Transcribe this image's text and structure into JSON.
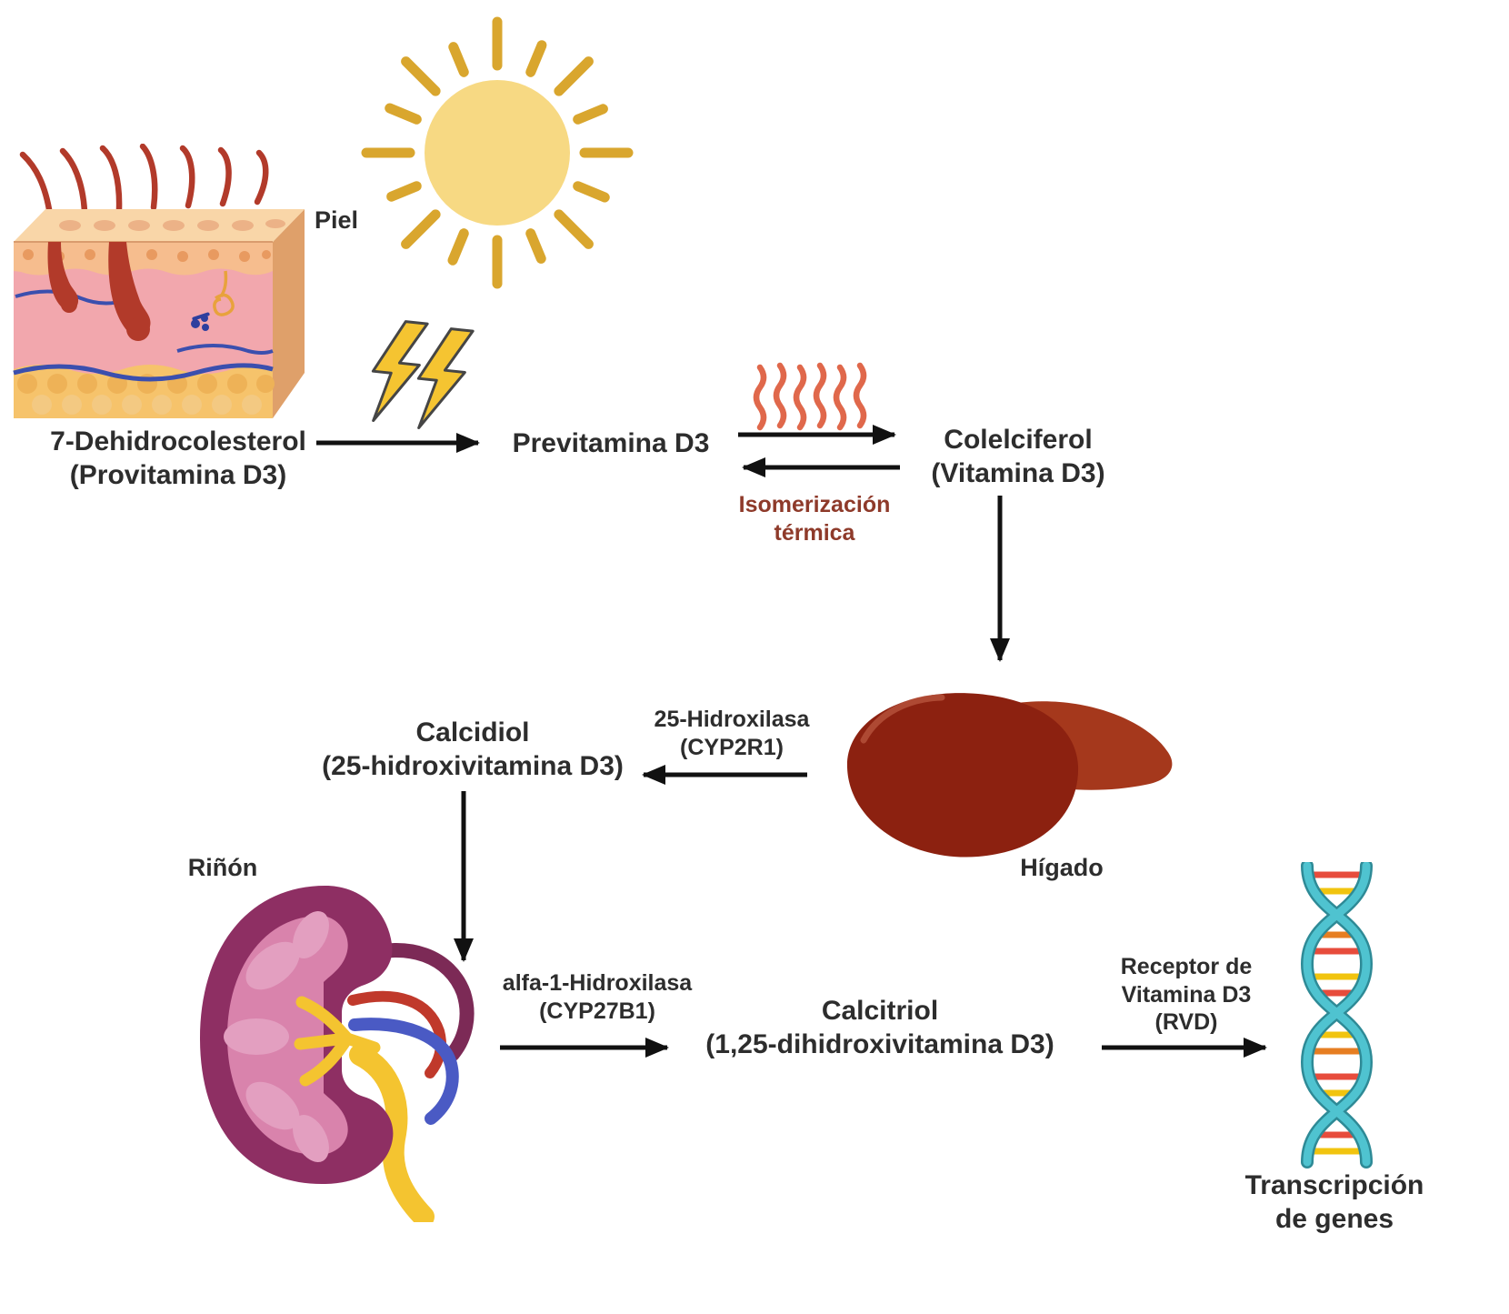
{
  "labels": {
    "skin": "Piel",
    "liver": "Hígado",
    "kidney": "Riñón"
  },
  "nodes": {
    "provitamin": {
      "line1": "7-Dehidrocolesterol",
      "line2": "(Provitamina D3)"
    },
    "previtamin": {
      "line1": "Previtamina D3"
    },
    "cholecalciferol": {
      "line1": "Colelciferol",
      "line2": "(Vitamina D3)"
    },
    "calcidiol": {
      "line1": "Calcidiol",
      "line2": "(25-hidroxivitamina D3)"
    },
    "calcitriol": {
      "line1": "Calcitriol",
      "line2": "(1,25-dihidroxivitamina D3)"
    },
    "transcription": {
      "line1": "Transcripción",
      "line2": "de genes"
    }
  },
  "edges": {
    "isomerization": {
      "line1": "Isomerización",
      "line2": "térmica"
    },
    "hydroxylase25": {
      "line1": "25-Hidroxilasa",
      "line2": "(CYP2R1)"
    },
    "hydroxylase1alpha": {
      "line1": "alfa-1-Hidroxilasa",
      "line2": "(CYP27B1)"
    },
    "receptor": {
      "line1": "Receptor de",
      "line2": "Vitamina D3",
      "line3": "(RVD)"
    }
  },
  "icons": {
    "skin": "skin-cross-section-icon",
    "sun": "sun-icon",
    "uv": "lightning-bolt-icon",
    "heat": "heat-waves-icon",
    "liver": "liver-icon",
    "kidney": "kidney-icon",
    "dna": "dna-helix-icon"
  },
  "colors": {
    "text": "#2d2d2d",
    "isomerization_text": "#8e3a2a",
    "arrow": "#111111",
    "sun_fill": "#f7d983",
    "sun_rays": "#d9a62e",
    "lightning": "#f5c431",
    "heat_waves": "#e0684b",
    "liver_dark": "#8c2110",
    "liver_light": "#a5381c",
    "kidney_outer": "#8e2f63",
    "kidney_inner": "#d983ac",
    "ureter_yellow": "#f4c430",
    "dna_strand": "#4fc3d0"
  }
}
